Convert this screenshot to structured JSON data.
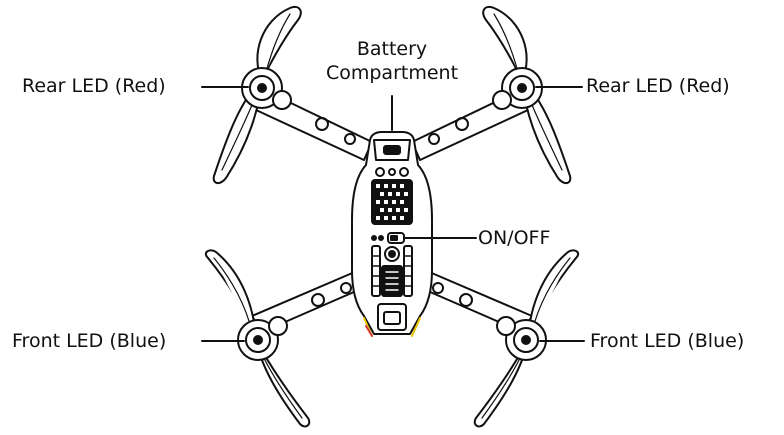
{
  "labels": {
    "rear_led_left": "Rear LED (Red)",
    "rear_led_right": "Rear LED (Red)",
    "battery_line1": "Battery",
    "battery_line2": "Compartment",
    "on_off": "ON/OFF",
    "front_led_left": "Front LED (Blue)",
    "front_led_right": "Front LED (Blue)"
  },
  "colors": {
    "ink": "#111111",
    "body_fill": "#ffffff",
    "led_red_mark": "#d23c3c",
    "led_yellow_mark": "#e8c400"
  }
}
